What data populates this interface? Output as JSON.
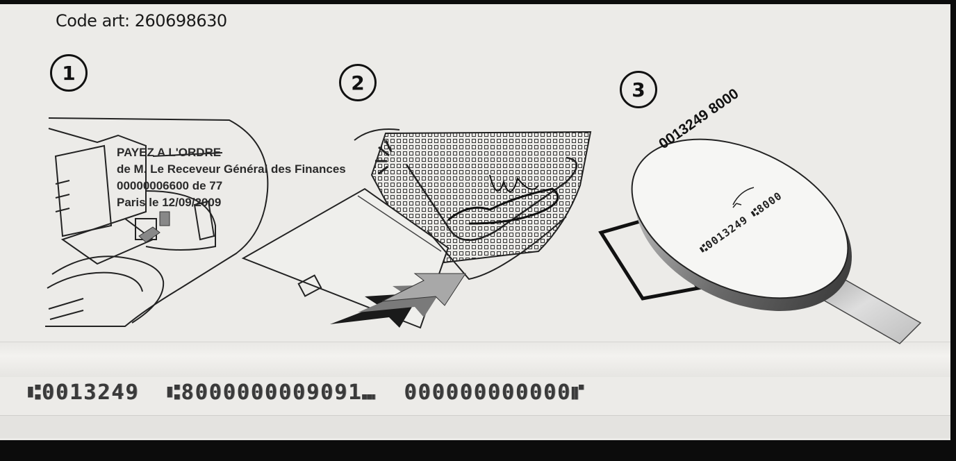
{
  "header": {
    "code_art": "Code art: 260698630"
  },
  "steps": [
    {
      "number": "1"
    },
    {
      "number": "2"
    },
    {
      "number": "3"
    }
  ],
  "cheque": {
    "line1": "PAYEZ A L'ORDRE",
    "line2": "de M. Le Receveur Général des Finances",
    "line3": "00000006600 de 77",
    "line4": "Paris le 12/09/2009"
  },
  "magnifier": {
    "number": "0013249 8000",
    "micr": "⑆0013249 ⑆8000"
  },
  "micr_line": "⑆0013249  ⑆8000000009091⑉  000000000000⑈"
}
